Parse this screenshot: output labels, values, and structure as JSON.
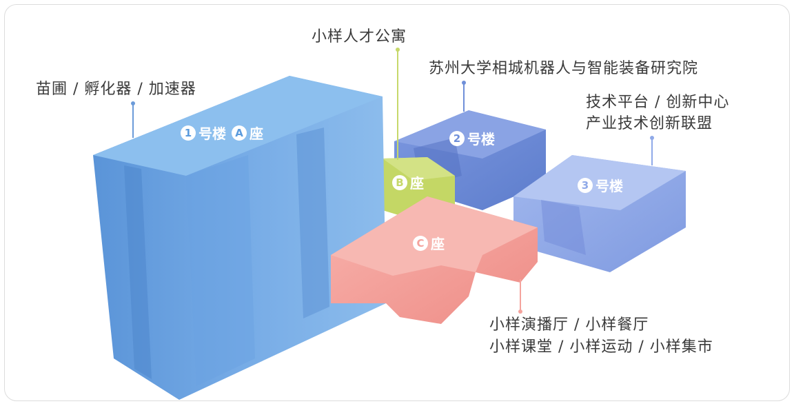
{
  "labels": {
    "building1_desc": "苗圃 / 孵化器 / 加速器",
    "apartment": "小样人才公寓",
    "institute": "苏州大学相城机器人与智能装备研究院",
    "building3_desc_line1": "技术平台 / 创新中心",
    "building3_desc_line2": "产业技术创新联盟",
    "blockc_desc_line1": "小样演播厅 / 小样餐厅",
    "blockc_desc_line2": "小样课堂 / 小样运动 / 小样集市"
  },
  "buildings": {
    "b1": {
      "num": "1",
      "text1": "号楼",
      "letter": "A",
      "text2": "座",
      "color": "#5b9bdd"
    },
    "b2": {
      "num": "2",
      "text": "号楼",
      "color": "#6f8fd9"
    },
    "b3": {
      "num": "3",
      "text": "号楼",
      "color": "#8fa9e8"
    },
    "blockB": {
      "letter": "B",
      "text": "座",
      "color": "#c6d86a"
    },
    "blockC": {
      "letter": "C",
      "text": "座",
      "color": "#f4a39d"
    }
  }
}
